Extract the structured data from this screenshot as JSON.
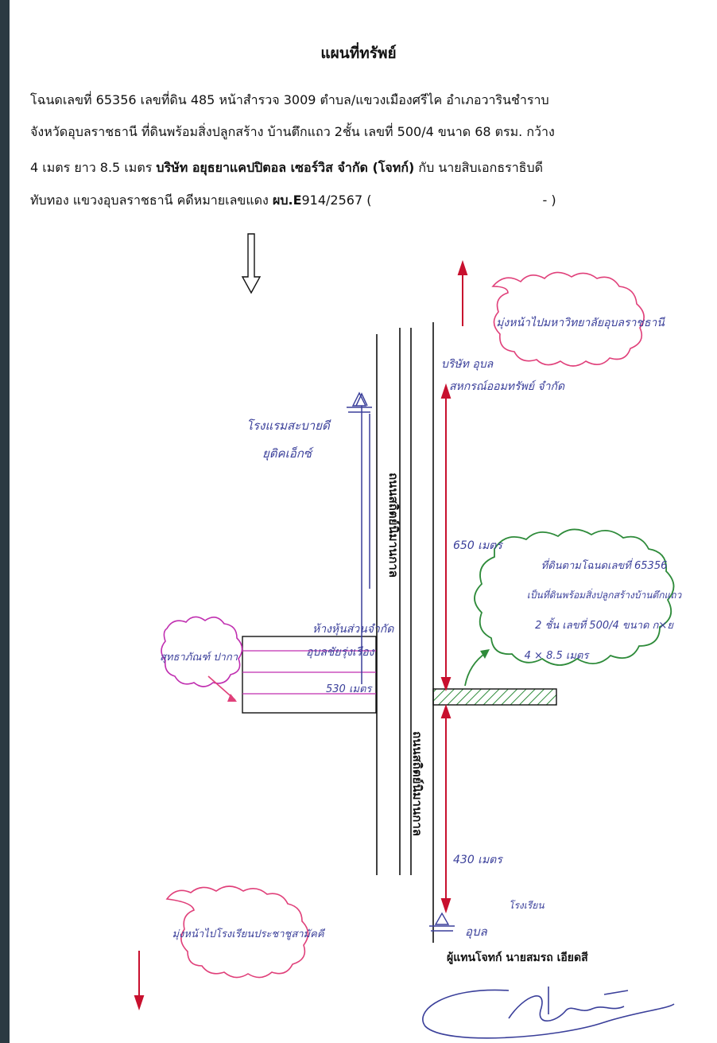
{
  "document": {
    "title": "แผนที่ทรัพย์",
    "line1": "โฉนดเลขที่ 65356 เลขที่ดิน  485  หน้าสำรวจ  3009  ตำบล/แขวงเมืองศรีไค  อำเภอวารินชำราบ",
    "line2": "จังหวัดอุบลราชธานี  ที่ดินพร้อมสิ่งปลูกสร้าง บ้านตึกแถว 2ชั้น เลขที่ 500/4  ขนาด 68  ตรม. กว้าง",
    "line3_pre": "4  เมตร ยาว 8.5  เมตร  ",
    "line3_bold": "บริษัท อยุธยาแคปปิตอล  เซอร์วิส  จำกัด (โจทก์)",
    "line3_post": "  กับ   นายสิบเอกธราธิบดี",
    "line4_pre": "ทับทอง แขวงอุบลราชธานี  คดีหมายเลขแดง    ",
    "line4_bold": "ผบ.E",
    "line4_num": "914/2567 (",
    "line4_end": "- )"
  },
  "map": {
    "road_label_top": "ถนนสถิตย์นิมานกาล",
    "road_label_bottom": "ถนนสถิตย์นิมานกาล",
    "note_north": "มุ่งหน้าไปมหาวิทยาลัยอุบลราชธานี",
    "note_south": "มุ่งหน้าไปโรงเรียนประชาชูสามัคคี",
    "note_left": "สุทธาภัณฑ์ ปากา",
    "note_property": [
      "ที่ดินตามโฉนดเลขที่ 65356",
      "เป็นที่ดินพร้อมสิ่งปลูกสร้างบ้านตึกแถว",
      "2 ชั้น เลขที่ 500/4  ขนาด ก×ย",
      "4 × 8.5 เมตร"
    ],
    "label_hospital": [
      "โรงแรมสะบายดี",
      "ยุติคเอ็กซ์"
    ],
    "label_bank_top": [
      "บริษัท อุบล",
      "สหกรณ์ออมทรัพย์ จำกัด"
    ],
    "label_intersection": [
      "ห้างหุ้นส่วนจำกัด",
      "อุบลชัยรุ่งเรือง"
    ],
    "label_bottom_landmark": [
      "โรงเรียน",
      "อุบล"
    ],
    "dist_north": "650 เมตร",
    "dist_intersection": "530 เมตร",
    "dist_south": "430 เมตร"
  },
  "signature": {
    "label": "ผู้แทนโจทก์    นายสมรถ เอียดสี"
  },
  "colors": {
    "ink_blue": "#3a3f9a",
    "ink_red": "#c8102e",
    "ink_pink": "#e0407a",
    "ink_green": "#2e8b3a",
    "ink_magenta": "#c02fb0"
  }
}
